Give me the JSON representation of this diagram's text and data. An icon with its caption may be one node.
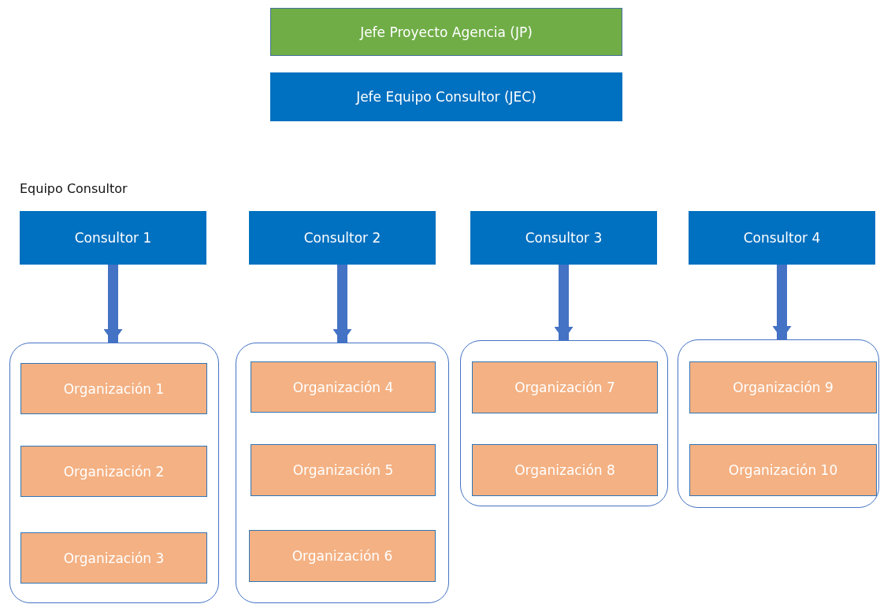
{
  "diagram": {
    "nodes": [
      {
        "text": [
          "Jefe Proyecto Agencia (JP)"
        ]
      },
      {
        "text": [
          "Jefe Equipo Consultor (JEC)"
        ]
      },
      {
        "text": [
          "Consultor 1"
        ]
      },
      {
        "text": [
          "Consultor 2"
        ]
      },
      {
        "text": [
          "Consultor 3"
        ]
      },
      {
        "text": [
          "Consultor 4"
        ]
      },
      {
        "text": [],
        "shape": "box"
      },
      {
        "text": [
          "Organización 1"
        ],
        "in": 6
      },
      {
        "text": [
          "Organización 2"
        ],
        "in": 6
      },
      {
        "text": [
          "Organización 3"
        ],
        "in": 6
      },
      {
        "text": [],
        "shape": "box"
      },
      {
        "text": [
          "Organización 4"
        ],
        "in": 10
      },
      {
        "text": [
          "Organización 5"
        ],
        "in": 10
      },
      {
        "text": [
          "Organización 6"
        ],
        "in": 10
      },
      {
        "text": [],
        "shape": "box"
      },
      {
        "text": [
          "Organización 7"
        ],
        "in": 14
      },
      {
        "text": [
          "Organización 8"
        ],
        "in": 14
      },
      {
        "text": [],
        "shape": "box"
      },
      {
        "text": [
          "Organización 9"
        ],
        "in": 17
      },
      {
        "text": [
          "Organización 10"
        ],
        "in": 17
      }
    ],
    "edges": [
      {
        "from": 2,
        "to": 6,
        "arrow": "to"
      },
      {
        "from": 3,
        "to": 10,
        "arrow": "to"
      },
      {
        "from": 4,
        "to": 14,
        "arrow": "to"
      },
      {
        "from": 5,
        "to": 17,
        "arrow": "to"
      }
    ],
    "labels": [
      "Equipo Consultor"
    ]
  }
}
